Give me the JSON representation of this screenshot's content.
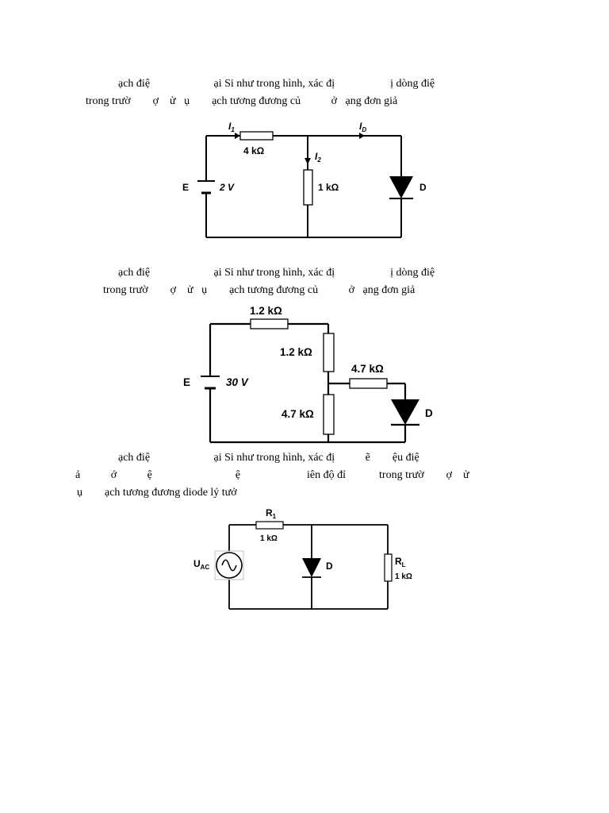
{
  "problems": [
    {
      "lines": [
        "ạch điệ                       ại Si như trong hình, xác đị                    ị dòng điệ",
        "trong trườ        ợ    ử   ụ        ạch tương đương củ           ở   ạng đơn giả"
      ],
      "circuit": {
        "current_i1_main": "I",
        "current_i1_sub": "1",
        "current_i2_main": "I",
        "current_i2_sub": "2",
        "current_id_main": "I",
        "current_id_sub": "D",
        "r_series": "4 kΩ",
        "r_shunt": "1 kΩ",
        "source_name": "E",
        "source_value": "2 V",
        "diode": "D"
      }
    },
    {
      "lines": [
        "ạch điệ                       ại Si như trong hình, xác đị                    ị dòng điệ",
        "trong trườ        ợ    ử   ụ        ạch tương đương củ           ở   ạng đơn giả"
      ],
      "circuit": {
        "r_top": "1.2 kΩ",
        "r_upper": "1.2 kΩ",
        "r_lower": "4.7 kΩ",
        "r_diode": "4.7 kΩ",
        "source_name": "E",
        "source_value": "30 V",
        "diode": "D"
      }
    },
    {
      "lines": [
        "ạch điệ                       ại Si như trong hình, xác đị           ẽ        ệu điệ",
        "ả           ớ           ệ                              ệ                        iên độ đỉ            trong trườ        ợ    ử",
        "ụ        ạch tương đương diode lý tưở"
      ],
      "circuit": {
        "r1_main": "R",
        "r1_sub": "1",
        "r1_value": "1 kΩ",
        "rl_main": "R",
        "rl_sub": "L",
        "rl_value": "1 kΩ",
        "source_main": "U",
        "source_sub": "AC",
        "diode": "D"
      }
    }
  ]
}
